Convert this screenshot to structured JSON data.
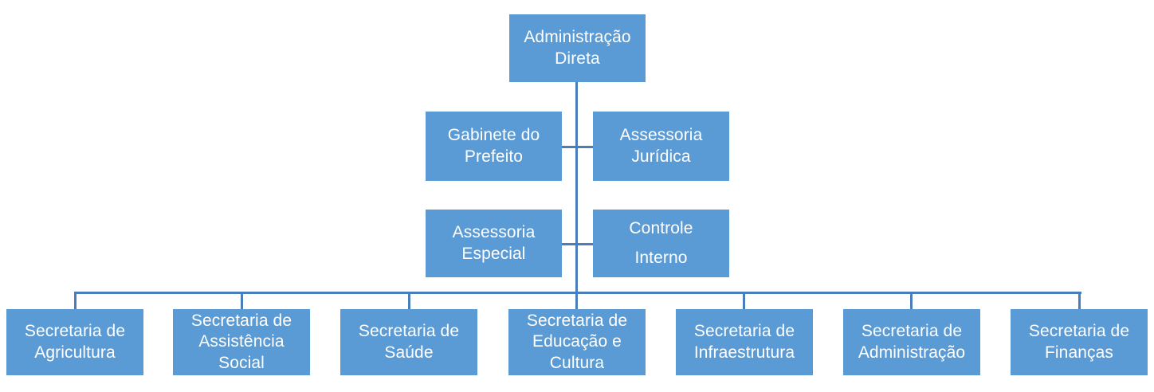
{
  "diagram": {
    "title_text": "Administração Direta",
    "type": "organizational-chart",
    "accent_color": "#5B9BD5",
    "connector_color": "#4a7ebb",
    "text_color": "#FFFFFF",
    "levels": [
      {
        "level": 1,
        "nodes": [
          {
            "id": "administracao-direta",
            "label": "Administração\nDireta"
          }
        ]
      },
      {
        "level": 2,
        "nodes": [
          {
            "id": "gabinete-do-prefeito",
            "label": "Gabinete do\nPrefeito"
          },
          {
            "id": "assessoria-juridica",
            "label": "Assessoria\nJurídica"
          }
        ]
      },
      {
        "level": 3,
        "nodes": [
          {
            "id": "assessoria-especial",
            "label": "Assessoria\nEspecial"
          },
          {
            "id": "controle-interno",
            "label": "Controle\nInterno"
          }
        ]
      },
      {
        "level": 4,
        "nodes": [
          {
            "id": "secretaria-de-agricultura",
            "label": "Secretaria de\nAgricultura"
          },
          {
            "id": "secretaria-de-assistencia-social",
            "label": "Secretaria de\nAssistência\nSocial"
          },
          {
            "id": "secretaria-de-saude",
            "label": "Secretaria de\nSaúde"
          },
          {
            "id": "secretaria-de-educacao-e-cultura",
            "label": "Secretaria de\nEducação e\nCultura"
          },
          {
            "id": "secretaria-de-infraestrutura",
            "label": "Secretaria de\nInfraestrutura"
          },
          {
            "id": "secretaria-de-administracao",
            "label": "Secretaria de\nAdministração"
          },
          {
            "id": "secretaria-de-financas",
            "label": "Secretaria de\nFinanças"
          }
        ]
      }
    ]
  }
}
